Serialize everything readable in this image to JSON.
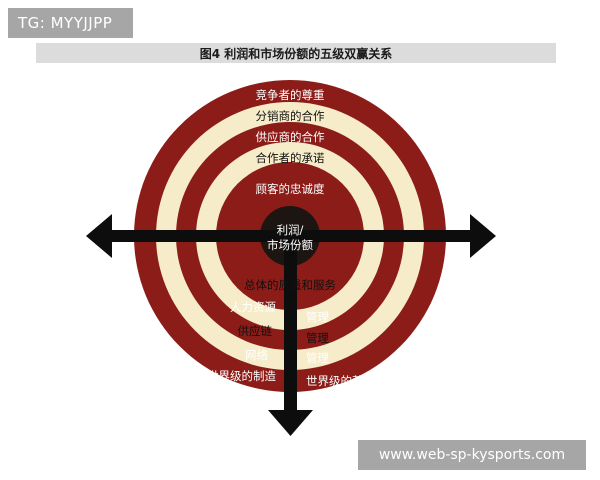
{
  "watermark": {
    "tg": "TG: MYYJJPP",
    "url": "www.web-sp-kysports.com"
  },
  "figure": {
    "title": "图4  利润和市场份额的五级双赢关系"
  },
  "center": {
    "line1": "利润/",
    "line2": "市场份额"
  },
  "upper_rings": [
    "竞争者的尊重",
    "分销商的合作",
    "供应商的合作",
    "合作者的承诺",
    "顾客的忠诚度"
  ],
  "lower": {
    "service": "总体的质量和服务",
    "left": [
      "人力资源",
      "供应链",
      "网络",
      "世界级的制造"
    ],
    "right": [
      "管理",
      "管理",
      "管理",
      "世界级的营销"
    ]
  },
  "colors": {
    "ring_red": "#8c1c18",
    "ring_cream": "#f6ecc9",
    "center_dark": "#1c1512",
    "arrow": "#0d0d0d",
    "text_on_red": "#ffffff",
    "text_on_cream": "#111111"
  }
}
